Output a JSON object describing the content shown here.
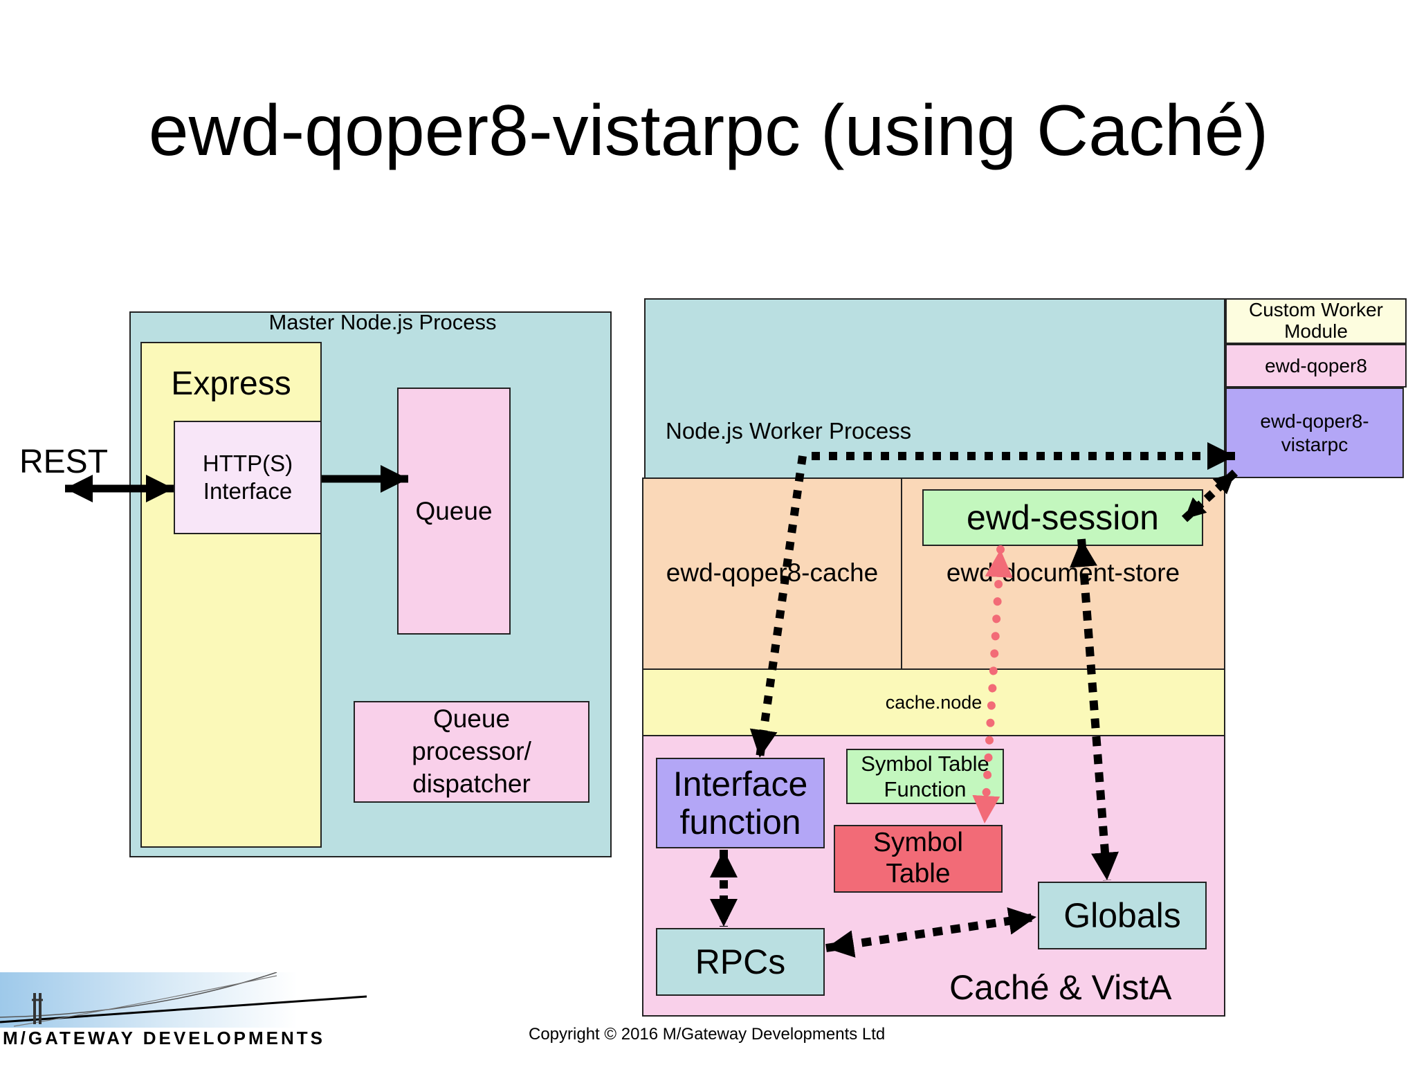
{
  "title": "ewd-qoper8-vistarpc (using Caché)",
  "master": {
    "label": "Master Node.js Process",
    "rest": "REST",
    "express": "Express",
    "http": "HTTP(S)\nInterface",
    "queue": "Queue",
    "dispatcher": "Queue\nprocessor/\ndispatcher"
  },
  "worker": {
    "label": "Node.js Worker Process",
    "custom_module": "Custom Worker\nModule",
    "ewd_qoper8": "ewd-qoper8",
    "vistarpc": "ewd-qoper8-\nvistarpc",
    "cache_module": "ewd-qoper8-cache",
    "document_store": "ewd-document-store",
    "session": "ewd-session",
    "cache_node": "cache.node",
    "interface_function": "Interface\nfunction",
    "symbol_table_function": "Symbol Table\nFunction",
    "symbol_table": "Symbol\nTable",
    "rpcs": "RPCs",
    "globals": "Globals",
    "cache_vista": "Caché & VistA"
  },
  "logo": "M/GATEWAY DEVELOPMENTS",
  "copyright": "Copyright © 2016 M/Gateway Developments Ltd",
  "colors": {
    "teal": "#badfe1",
    "yellow": "#fbf9b9",
    "pink": "#f9d0ea",
    "lavender": "#f8e6f8",
    "purple": "#b3a6f6",
    "peach": "#fad8b8",
    "green": "#c3f7be",
    "red": "#f26b77",
    "cream": "#fdfddf"
  }
}
